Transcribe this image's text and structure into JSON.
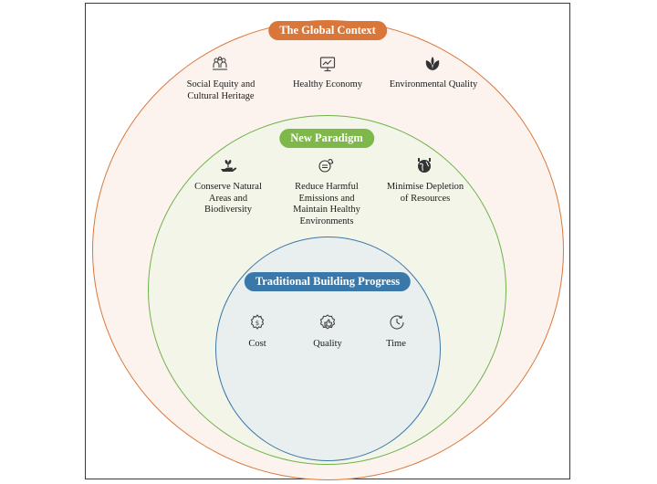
{
  "global_context": {
    "title": "The Global Context",
    "items": [
      {
        "label_lines": [
          "Social Equity and",
          "Cultural Heritage"
        ],
        "icon": "people-community-icon"
      },
      {
        "label_lines": [
          "Healthy Economy"
        ],
        "icon": "economy-chart-icon"
      },
      {
        "label_lines": [
          "Environmental Quality"
        ],
        "icon": "leaves-icon"
      }
    ]
  },
  "new_paradigm": {
    "title": "New Paradigm",
    "items": [
      {
        "label_lines": [
          "Conserve Natural",
          "Areas and",
          "Biodiversity"
        ],
        "icon": "hand-plant-icon"
      },
      {
        "label_lines": [
          "Reduce Harmful",
          "Emissions and",
          "Maintain Healthy",
          "Environments"
        ],
        "icon": "emissions-icon"
      },
      {
        "label_lines": [
          "Minimise Depletion",
          "of Resources"
        ],
        "icon": "globe-resources-icon"
      }
    ]
  },
  "traditional": {
    "title": "Traditional Building Progress",
    "items": [
      {
        "label_lines": [
          "Cost"
        ],
        "icon": "cost-gear-icon"
      },
      {
        "label_lines": [
          "Quality"
        ],
        "icon": "quality-badge-icon"
      },
      {
        "label_lines": [
          "Time"
        ],
        "icon": "clock-icon"
      }
    ]
  },
  "colors": {
    "global": "#d9773b",
    "new_paradigm": "#7fb84a",
    "traditional": "#3b78aa"
  }
}
